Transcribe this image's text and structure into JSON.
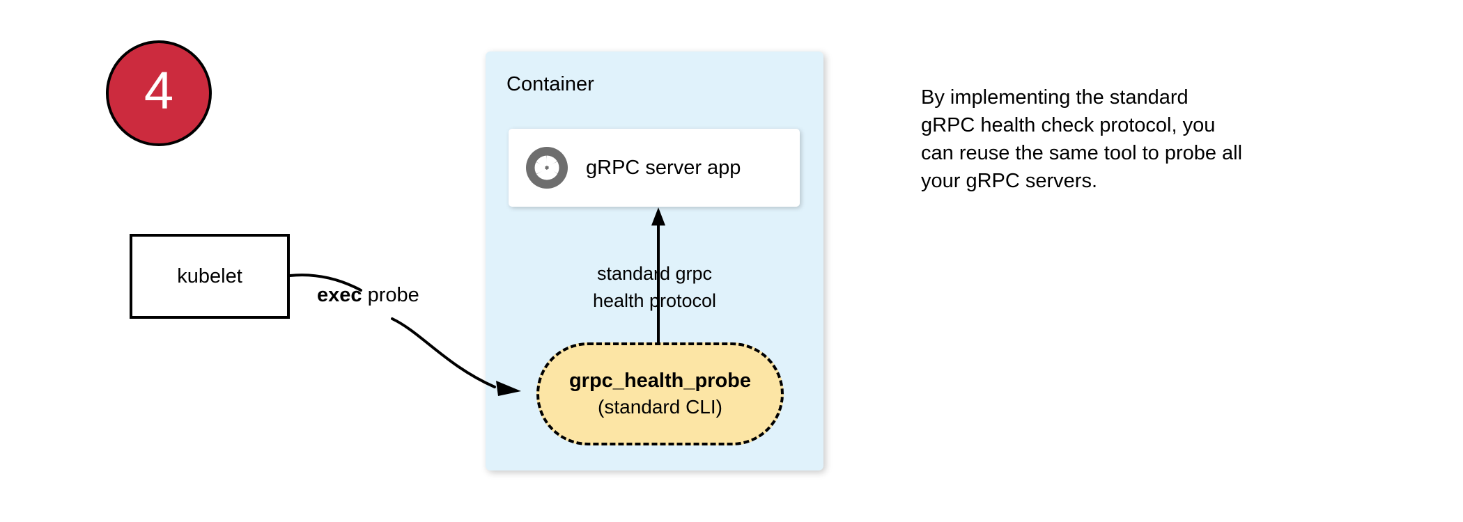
{
  "step": {
    "number": "4",
    "circle_fill": "#CC2B3E",
    "circle_border": "#000000",
    "number_color": "#FFFFFF"
  },
  "container": {
    "label": "Container",
    "fill": "#E0F2FB",
    "icon": "container-panel"
  },
  "server_card": {
    "label": "gRPC server app",
    "icon": "grpc-logo-icon",
    "icon_color": "#6E6E6E",
    "fill": "#FFFFFF"
  },
  "protocol_arrow": {
    "icon": "arrow-up-icon",
    "label_line1": "standard grpc",
    "label_line2": "health protocol",
    "color": "#000000"
  },
  "probe_pill": {
    "title": "grpc_health_probe",
    "subtitle": "(standard CLI)",
    "fill": "#FCE5A5",
    "border_style": "dashed",
    "border_color": "#000000"
  },
  "kubelet": {
    "label": "kubelet",
    "fill": "#FFFFFF",
    "border_color": "#000000"
  },
  "exec_edge": {
    "icon": "curved-arrow-icon",
    "label_bold": "exec",
    "label_rest": " probe",
    "color": "#000000"
  },
  "side_note": {
    "line1": "By implementing the standard",
    "line2": "gRPC health check protocol, you",
    "line3": "can reuse the same tool to probe all",
    "line4": "your gRPC servers."
  }
}
